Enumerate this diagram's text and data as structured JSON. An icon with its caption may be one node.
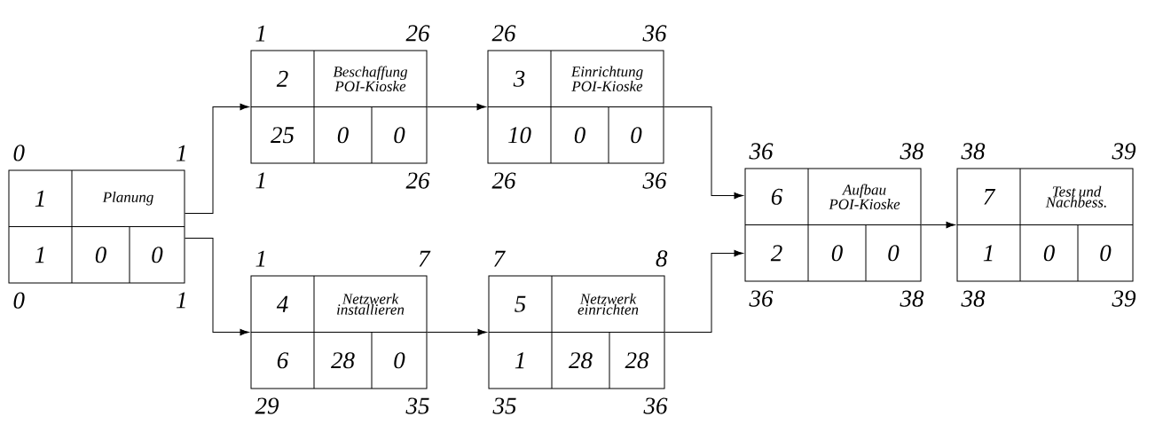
{
  "diagram": {
    "nodes": [
      {
        "text": [
          "1",
          "Planung",
          "1",
          "0",
          "0"
        ],
        "beside": [
          "0",
          "1",
          "0",
          "1"
        ]
      },
      {
        "text": [
          "2",
          "Beschaffung POI-Kioske",
          "25",
          "0",
          "0"
        ],
        "beside": [
          "1",
          "26",
          "1",
          "26"
        ]
      },
      {
        "text": [
          "3",
          "Einrichtung POI-Kioske",
          "10",
          "0",
          "0"
        ],
        "beside": [
          "26",
          "36",
          "26",
          "36"
        ]
      },
      {
        "text": [
          "4",
          "Netzwerk installieren",
          "6",
          "28",
          "0"
        ],
        "beside": [
          "1",
          "7",
          "29",
          "35"
        ]
      },
      {
        "text": [
          "5",
          "Netzwerk einrichten",
          "1",
          "28",
          "28"
        ],
        "beside": [
          "7",
          "8",
          "35",
          "36"
        ]
      },
      {
        "text": [
          "6",
          "Aufbau POI-Kioske",
          "2",
          "0",
          "0"
        ],
        "beside": [
          "36",
          "38",
          "36",
          "38"
        ]
      },
      {
        "text": [
          "7",
          "Test und Nachbess.",
          "1",
          "0",
          "0"
        ],
        "beside": [
          "38",
          "39",
          "38",
          "39"
        ]
      }
    ],
    "edges": [
      {
        "from": 0,
        "to": 1,
        "arrow": "to"
      },
      {
        "from": 0,
        "to": 3,
        "arrow": "to"
      },
      {
        "from": 1,
        "to": 2,
        "arrow": "to"
      },
      {
        "from": 3,
        "to": 4,
        "arrow": "to"
      },
      {
        "from": 2,
        "to": 5,
        "arrow": "to"
      },
      {
        "from": 4,
        "to": 5,
        "arrow": "to"
      },
      {
        "from": 5,
        "to": 6,
        "arrow": "to"
      }
    ]
  }
}
